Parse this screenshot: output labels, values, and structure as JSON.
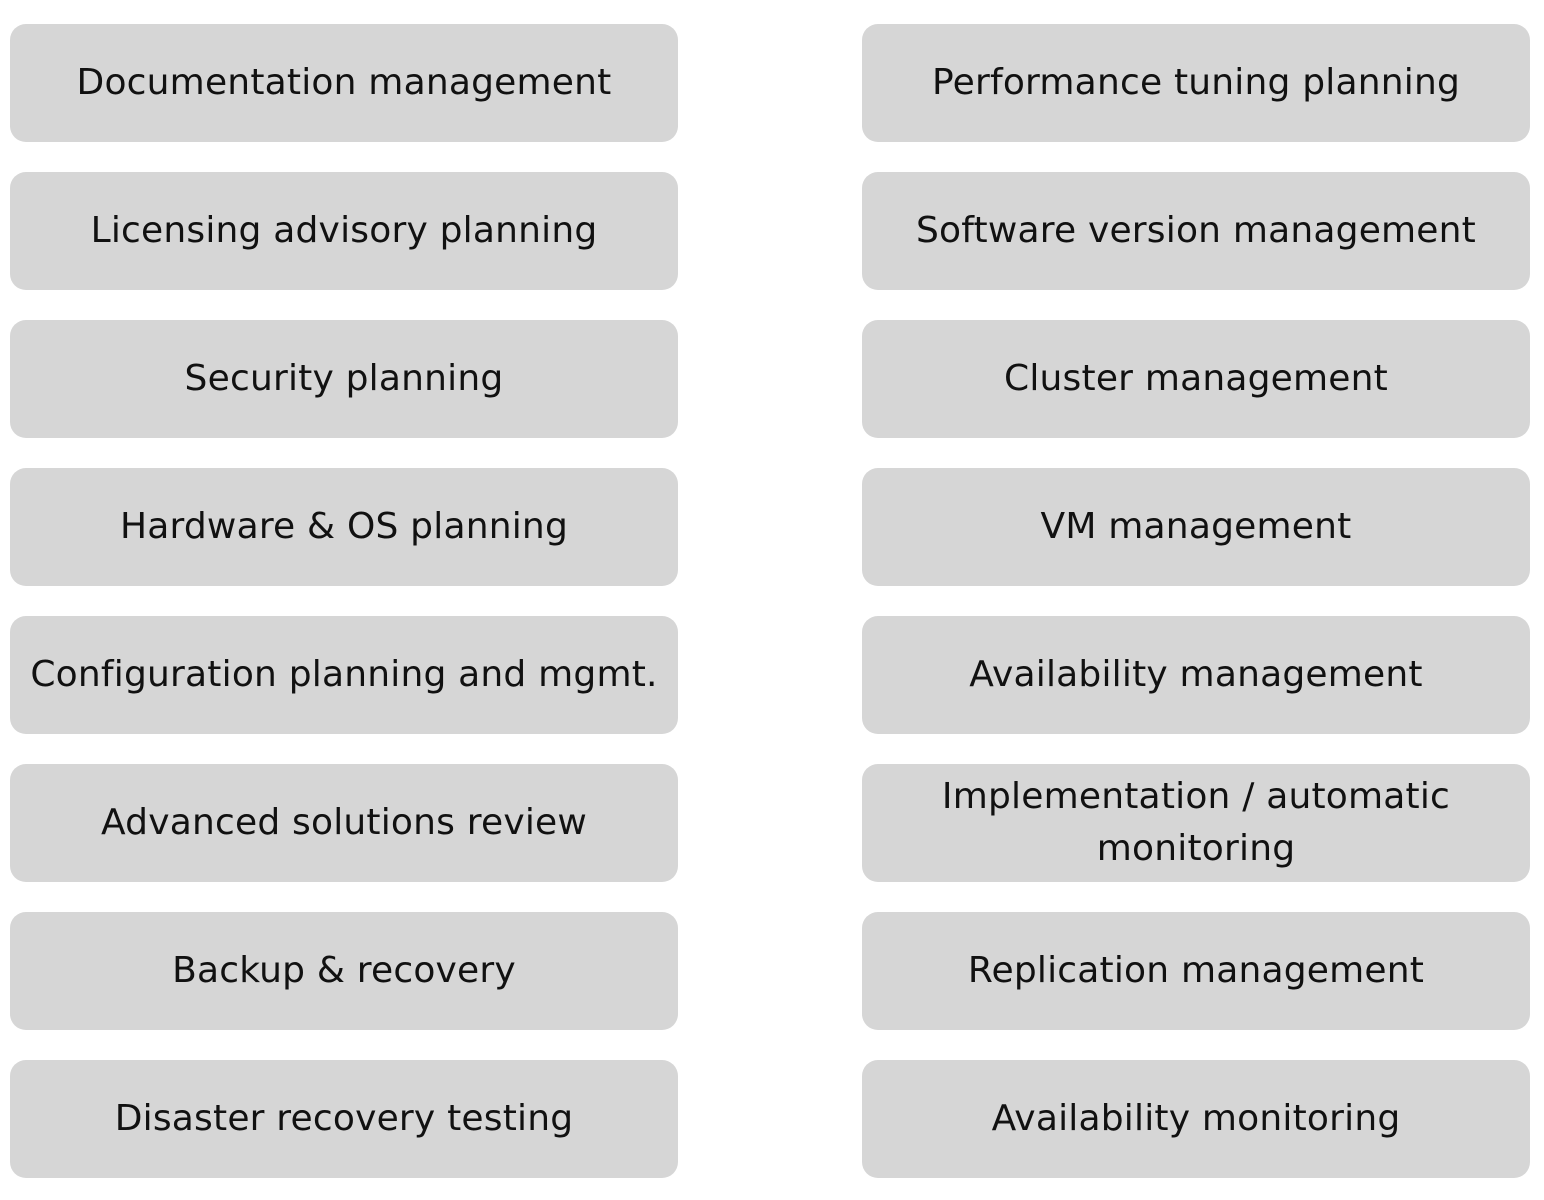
{
  "left_column": [
    "Documentation management",
    "Licensing advisory planning",
    "Security planning",
    "Hardware & OS planning",
    "Configuration planning and mgmt.",
    "Advanced solutions review",
    "Backup & recovery",
    "Disaster recovery testing"
  ],
  "right_column": [
    "Performance tuning planning",
    "Software version management",
    "Cluster management",
    "VM management",
    "Availability management",
    "Implementation / automatic monitoring",
    "Replication management",
    "Availability monitoring"
  ],
  "colors": {
    "box_fill": "#d6d6d6",
    "text": "#111111",
    "background": "#ffffff"
  }
}
